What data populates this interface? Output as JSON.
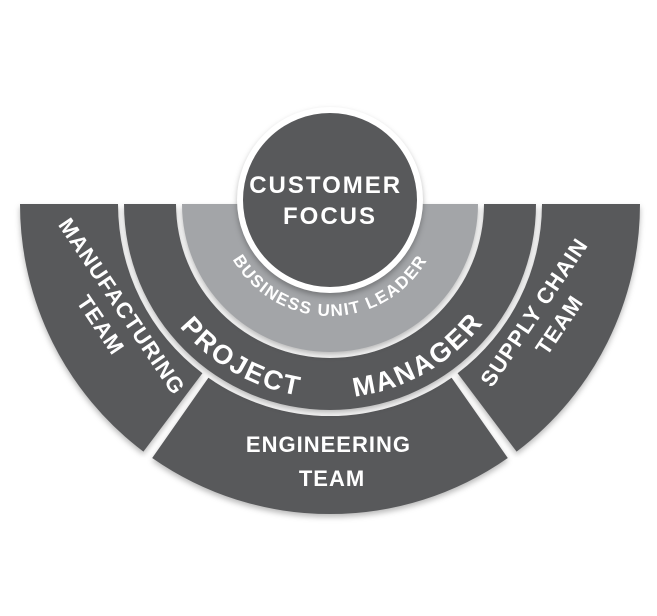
{
  "colors": {
    "dark_gray": "#58595b",
    "light_gray": "#a3a5a8",
    "background": "#ffffff",
    "label_text": "#ffffff"
  },
  "diagram": {
    "center": {
      "line1": "CUSTOMER",
      "line2": "FOCUS"
    },
    "inner_ring": {
      "label": "BUSINESS UNIT LEADER"
    },
    "middle_ring": {
      "word1": "PROJECT",
      "word2": "MANAGER"
    },
    "outer_ring": {
      "left_segment": {
        "line1": "MANUFACTURING",
        "line2": "TEAM"
      },
      "bottom_segment": {
        "line1": "ENGINEERING",
        "line2": "TEAM"
      },
      "right_segment": {
        "line1": "SUPPLY CHAIN",
        "line2": "TEAM"
      }
    }
  }
}
